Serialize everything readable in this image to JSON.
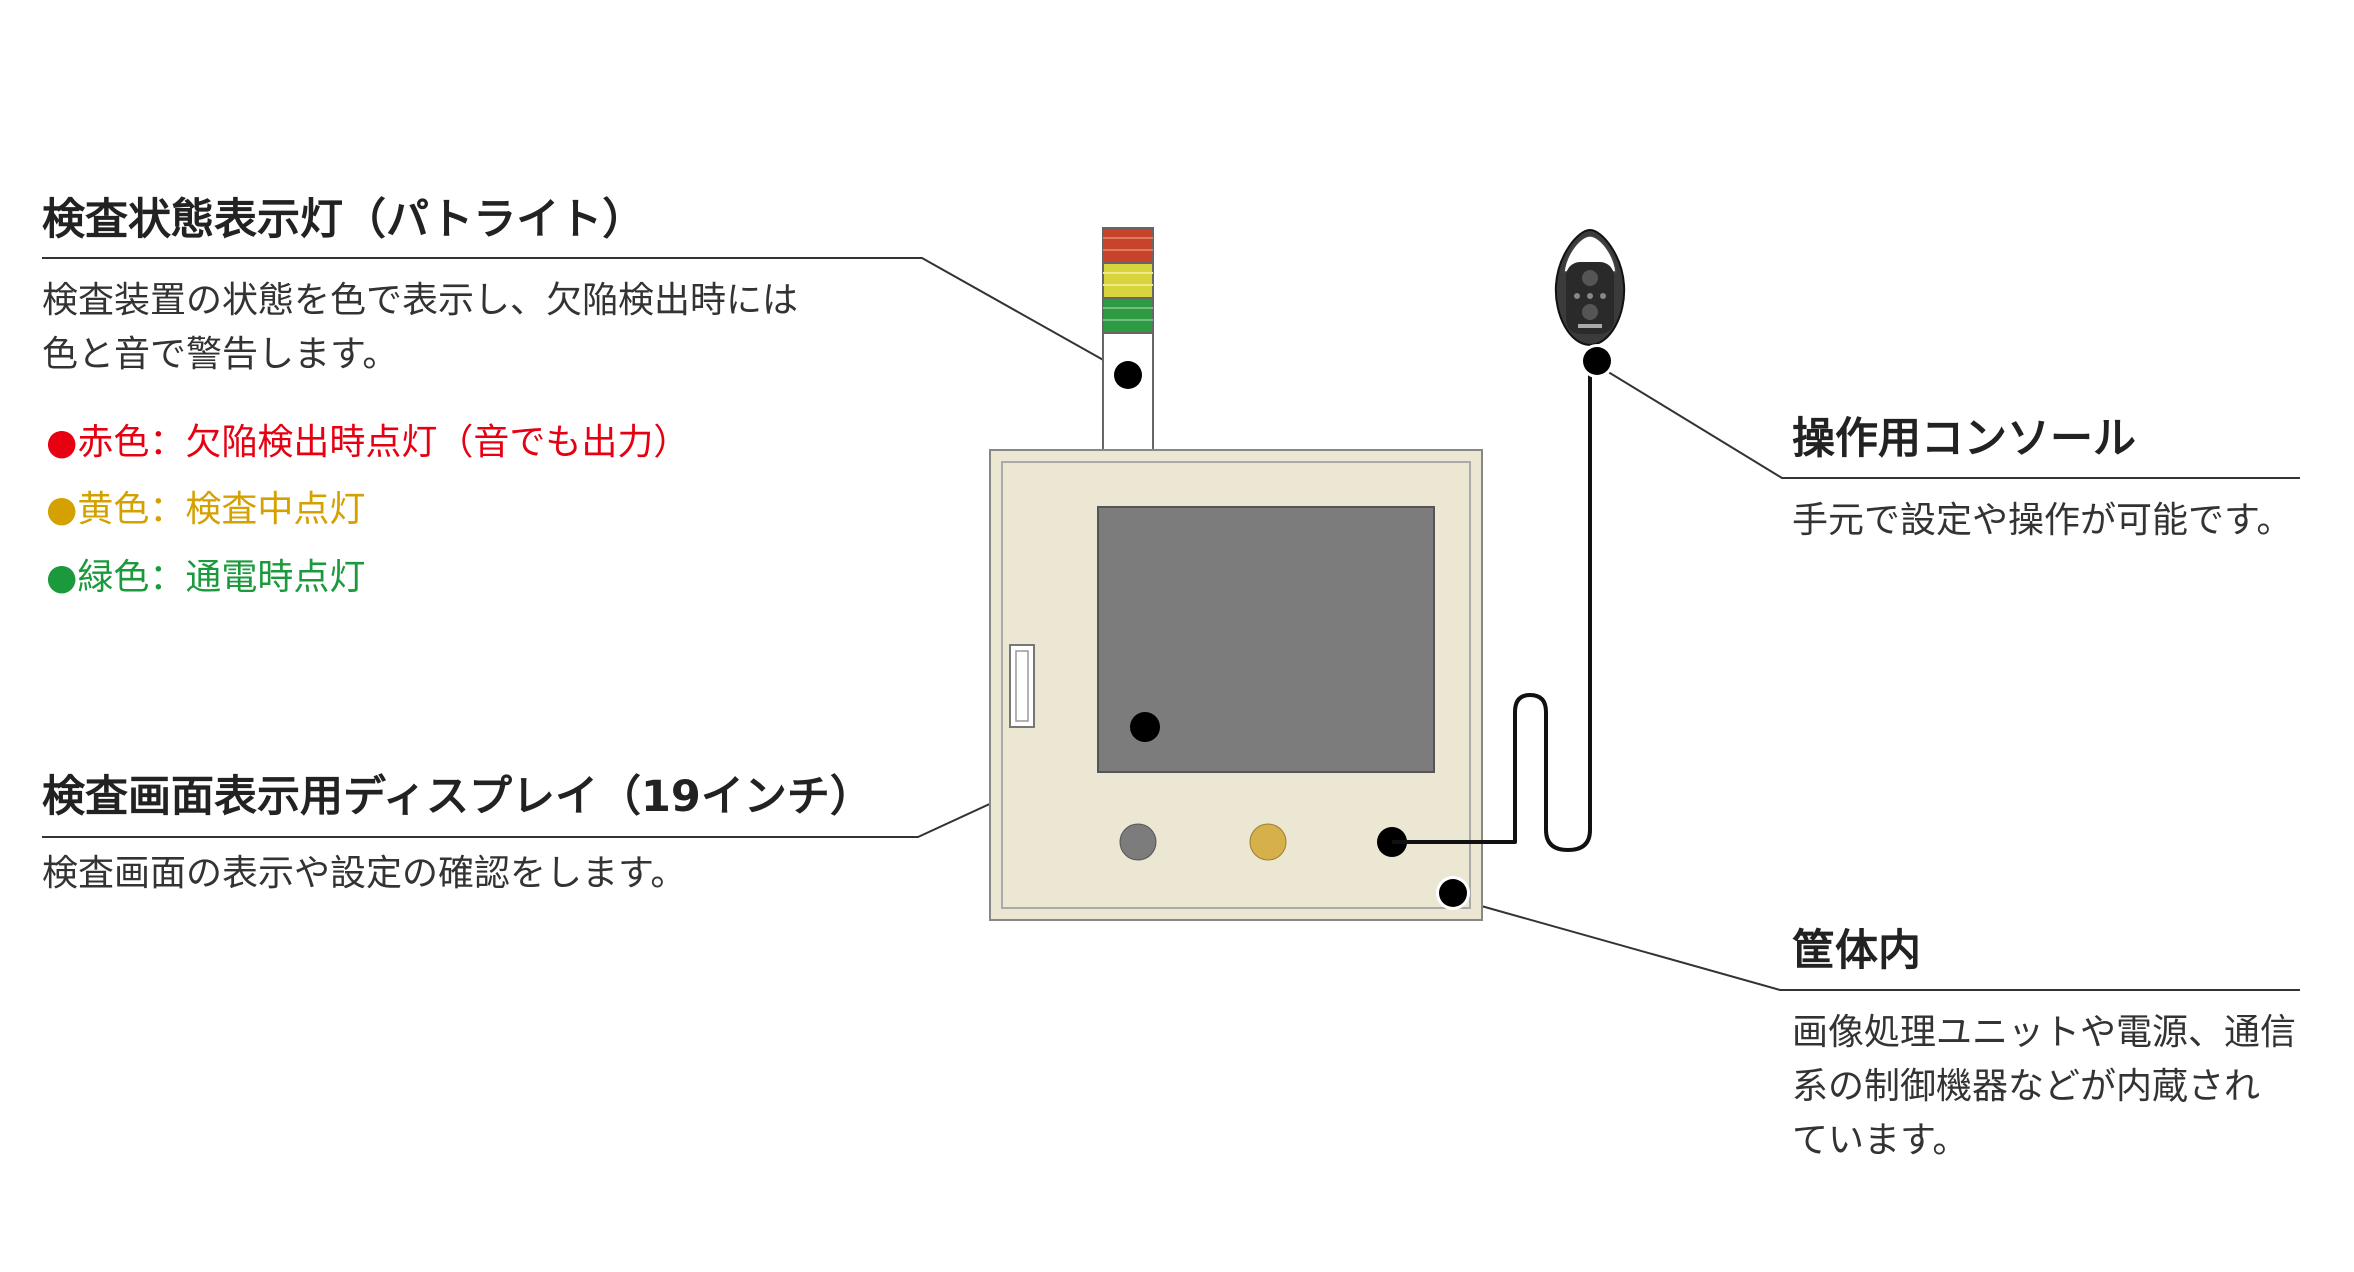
{
  "callouts": {
    "patlight": {
      "title": "検査状態表示灯（パトライト）",
      "desc_lines": [
        "検査装置の状態を色で表示し、欠陥検出時には",
        "色と音で警告します。"
      ],
      "legend": [
        {
          "text": "●赤色：欠陥検出時点灯（音でも出力）",
          "color": "#e60012"
        },
        {
          "text": "●黄色：検査中点灯",
          "color": "#d4a100"
        },
        {
          "text": "●緑色：通電時点灯",
          "color": "#1a9a3c"
        }
      ]
    },
    "display": {
      "title": "検査画面表示用ディスプレイ（19インチ）",
      "desc_lines": [
        "検査画面の表示や設定の確認をします。"
      ]
    },
    "console": {
      "title": "操作用コンソール",
      "desc_lines": [
        "手元で設定や操作が可能です。"
      ]
    },
    "enclosure": {
      "title": "筐体内",
      "desc_lines": [
        "画像処理ユニットや電源、通信",
        "系の制御機器などが内蔵され",
        "ています。"
      ]
    }
  },
  "colors": {
    "cabinet": "#ece7d3",
    "screen": "#7c7c7c",
    "lamp_red": "#c8432c",
    "lamp_yellow": "#d8d43e",
    "lamp_green": "#2e9a43",
    "button_gray": "#7c7c7c",
    "button_yellow": "#d6b04a"
  }
}
